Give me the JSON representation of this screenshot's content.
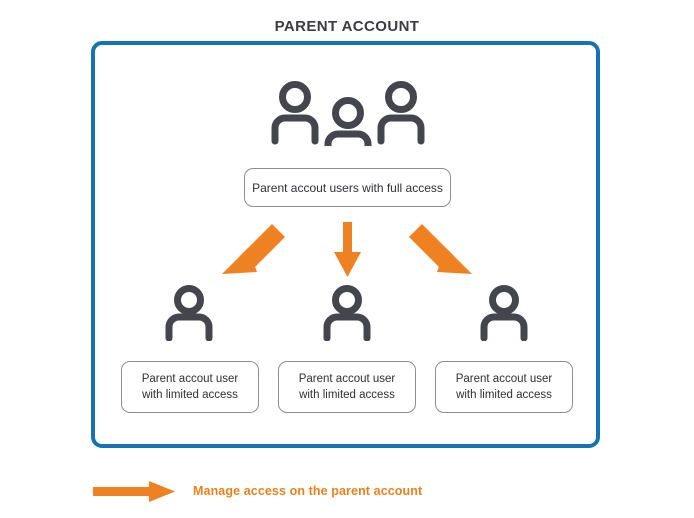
{
  "diagram": {
    "title": "PARENT ACCOUNT",
    "colors": {
      "container_border": "#1472b5",
      "arrow": "#ee8122",
      "icon": "#45454d",
      "box_border": "#8d8d95",
      "title_text": "#3b3b42",
      "legend_text": "#e8821e"
    },
    "top_group": {
      "icon": "group-of-people-icon",
      "label": "Parent accout users with full access"
    },
    "arrows": [
      {
        "name": "arrow-down-left",
        "direction": "down-left"
      },
      {
        "name": "arrow-down",
        "direction": "down"
      },
      {
        "name": "arrow-down-right",
        "direction": "down-right"
      }
    ],
    "children": [
      {
        "icon": "person-icon",
        "label": "Parent accout user\nwith limited access"
      },
      {
        "icon": "person-icon",
        "label": "Parent accout user\nwith limited access"
      },
      {
        "icon": "person-icon",
        "label": "Parent accout user\nwith limited access"
      }
    ],
    "legend": {
      "icon": "right-arrow-icon",
      "label": "Manage access on the parent account"
    }
  }
}
